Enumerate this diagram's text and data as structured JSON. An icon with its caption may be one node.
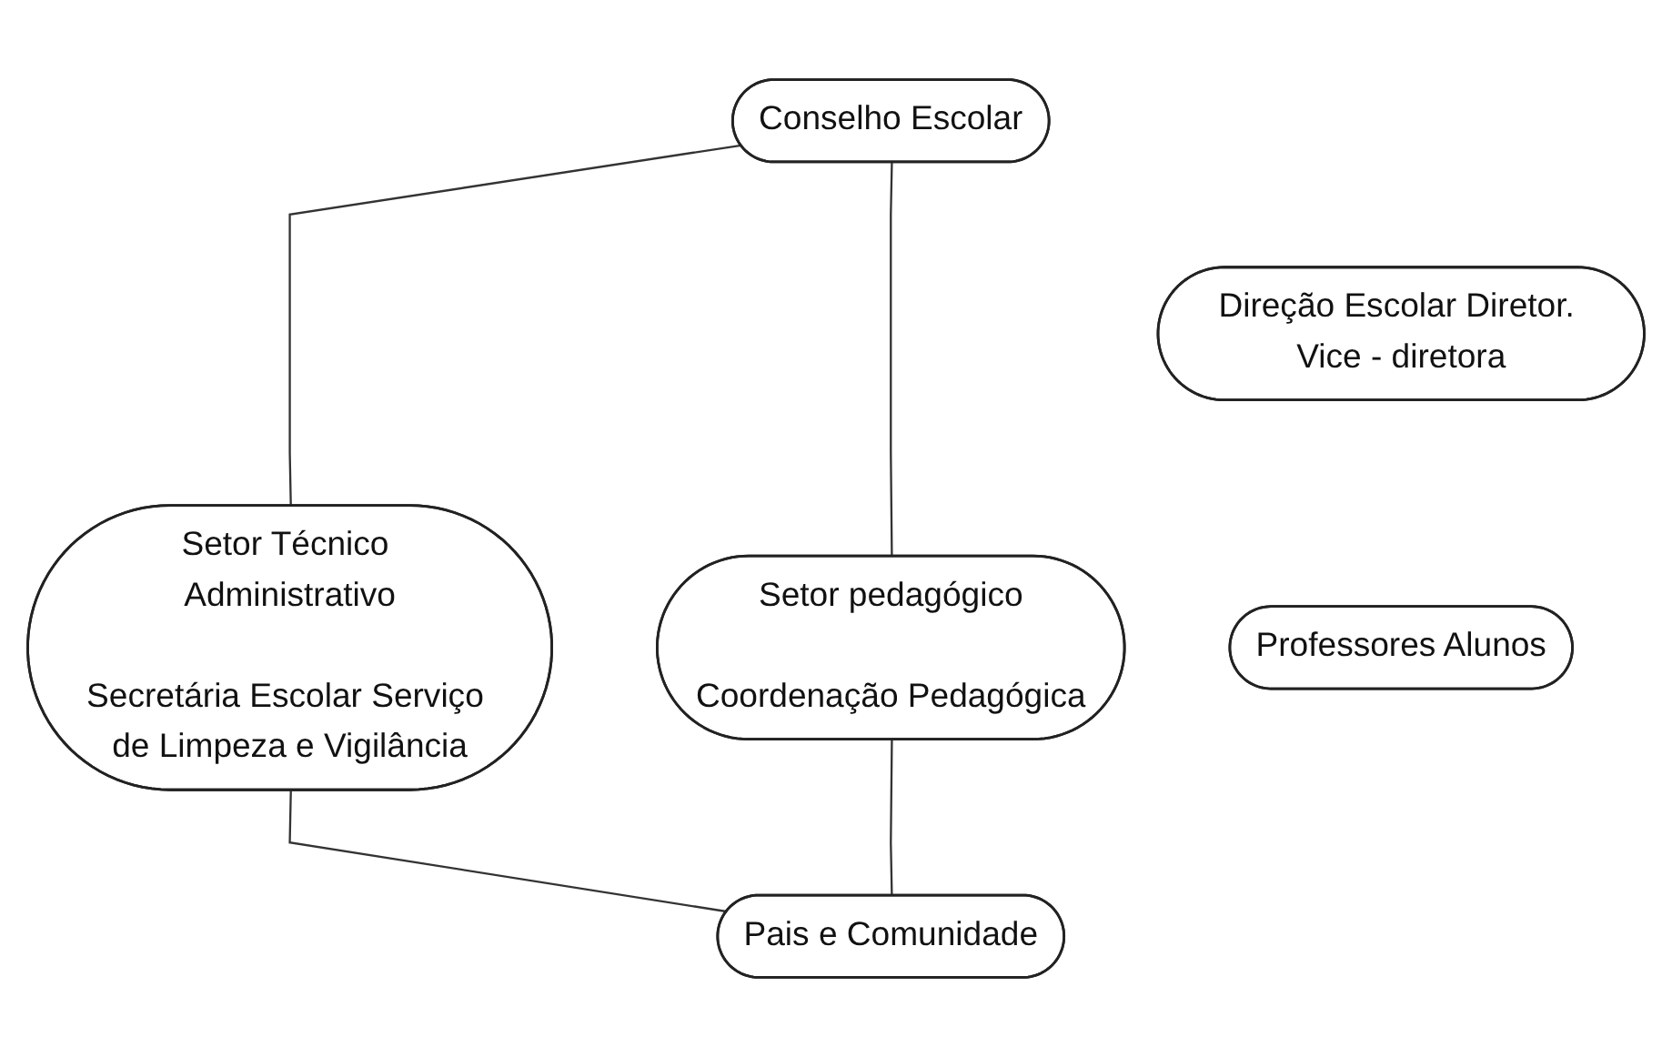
{
  "diagram": {
    "nodes": [
      {
        "text": [
          "Conselho Escolar"
        ]
      },
      {
        "text": [
          "Direção Escolar Diretor. Vice - diretora"
        ]
      },
      {
        "text": [
          "Setor Técnico Administrativo",
          "Secretária Escolar Serviço de Limpeza e Vigilância"
        ]
      },
      {
        "text": [
          "Setor pedagógico",
          "Coordenação Pedagógica"
        ]
      },
      {
        "text": [
          "Professores Alunos"
        ]
      },
      {
        "text": [
          "Pais e Comunidade"
        ]
      }
    ],
    "edges": [
      {
        "from": 0,
        "to": 2,
        "arrow": "none"
      },
      {
        "from": 0,
        "to": 3,
        "arrow": "none"
      },
      {
        "from": 2,
        "to": 5,
        "arrow": "none"
      },
      {
        "from": 3,
        "to": 5,
        "arrow": "none"
      }
    ]
  }
}
